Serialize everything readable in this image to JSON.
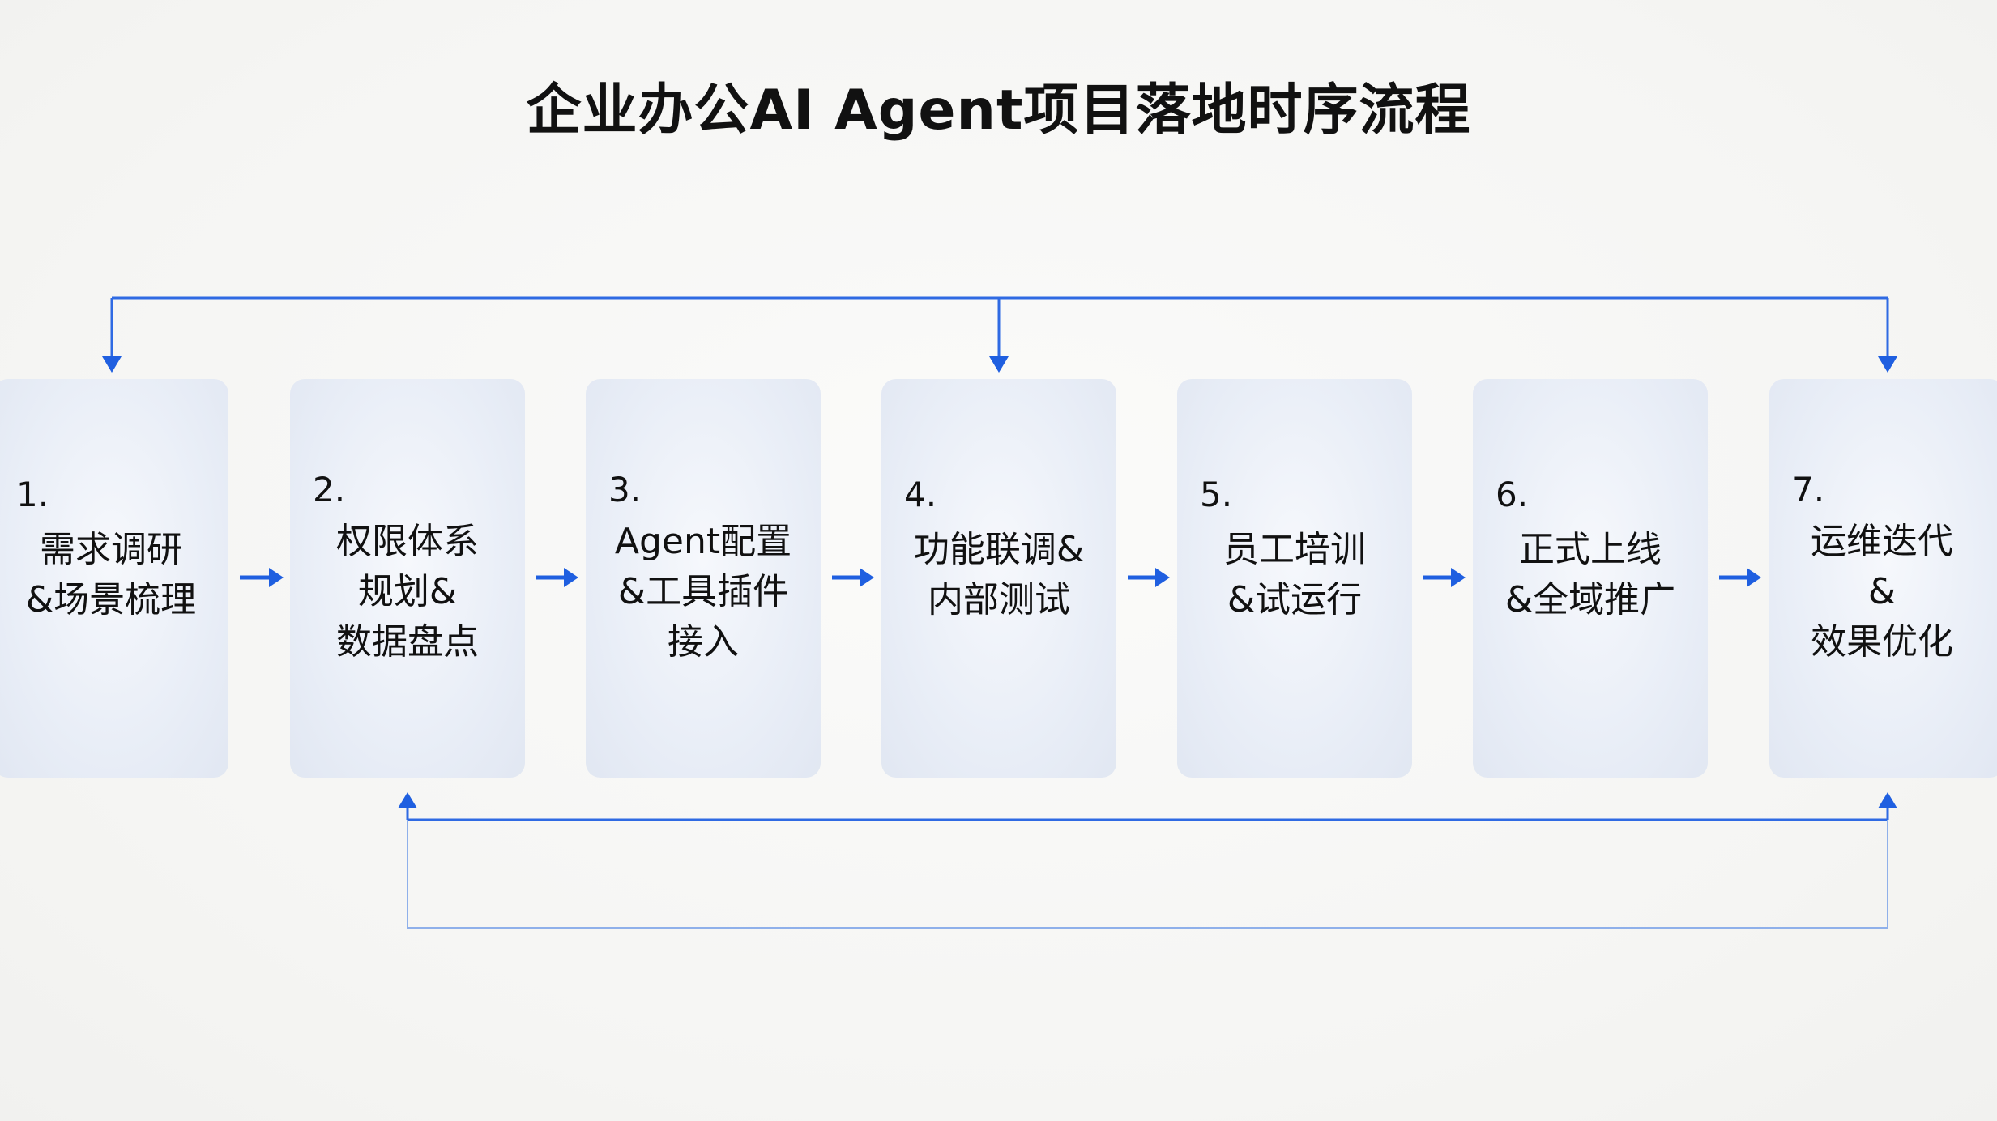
{
  "title": "企业办公AI Agent项目落地时序流程",
  "colors": {
    "arrow": "#1f5fe0",
    "box": "#e6ebf5",
    "text": "#111111"
  },
  "steps": [
    {
      "num": "1.",
      "label": "需求调研\n&场景梳理"
    },
    {
      "num": "2.",
      "label": "权限体系\n规划&\n数据盘点"
    },
    {
      "num": "3.",
      "label": "Agent配置\n&工具插件\n接入"
    },
    {
      "num": "4.",
      "label": "功能联调&\n内部测试"
    },
    {
      "num": "5.",
      "label": "员工培训\n&试运行"
    },
    {
      "num": "6.",
      "label": "正式上线\n&全域推广"
    },
    {
      "num": "7.",
      "label": "运维迭代\n&\n效果优化"
    }
  ]
}
